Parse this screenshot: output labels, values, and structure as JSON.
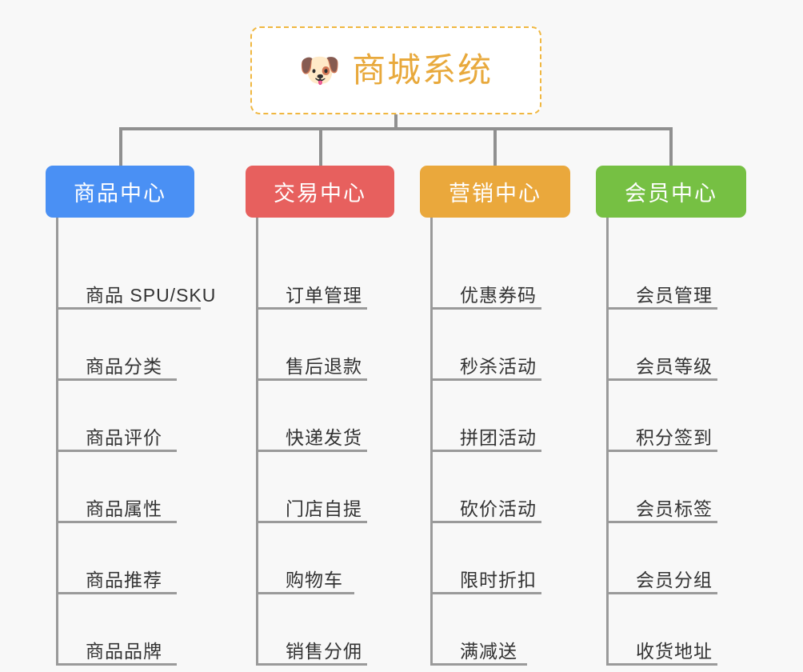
{
  "theme": {
    "background": "#f8f8f8",
    "connector": "#909090",
    "spine": "#9a9a9a",
    "leaf_text": "#333333",
    "root_border": "#f0b740",
    "root_title": "#e8a93c"
  },
  "root": {
    "icon": "dog-face-icon",
    "icon_glyph": "🐶",
    "title": "商城系统"
  },
  "categories": [
    {
      "label": "商品中心",
      "color": "#4a90f4",
      "items": [
        "商品 SPU/SKU",
        "商品分类",
        "商品评价",
        "商品属性",
        "商品推荐",
        "商品品牌"
      ]
    },
    {
      "label": "交易中心",
      "color": "#e7605e",
      "items": [
        "订单管理",
        "售后退款",
        "快递发货",
        "门店自提",
        "购物车",
        "销售分佣"
      ]
    },
    {
      "label": "营销中心",
      "color": "#eaa83c",
      "items": [
        "优惠券码",
        "秒杀活动",
        "拼团活动",
        "砍价活动",
        "限时折扣",
        "满减送"
      ]
    },
    {
      "label": "会员中心",
      "color": "#76c043",
      "items": [
        "会员管理",
        "会员等级",
        "积分签到",
        "会员标签",
        "会员分组",
        "收货地址"
      ]
    }
  ]
}
